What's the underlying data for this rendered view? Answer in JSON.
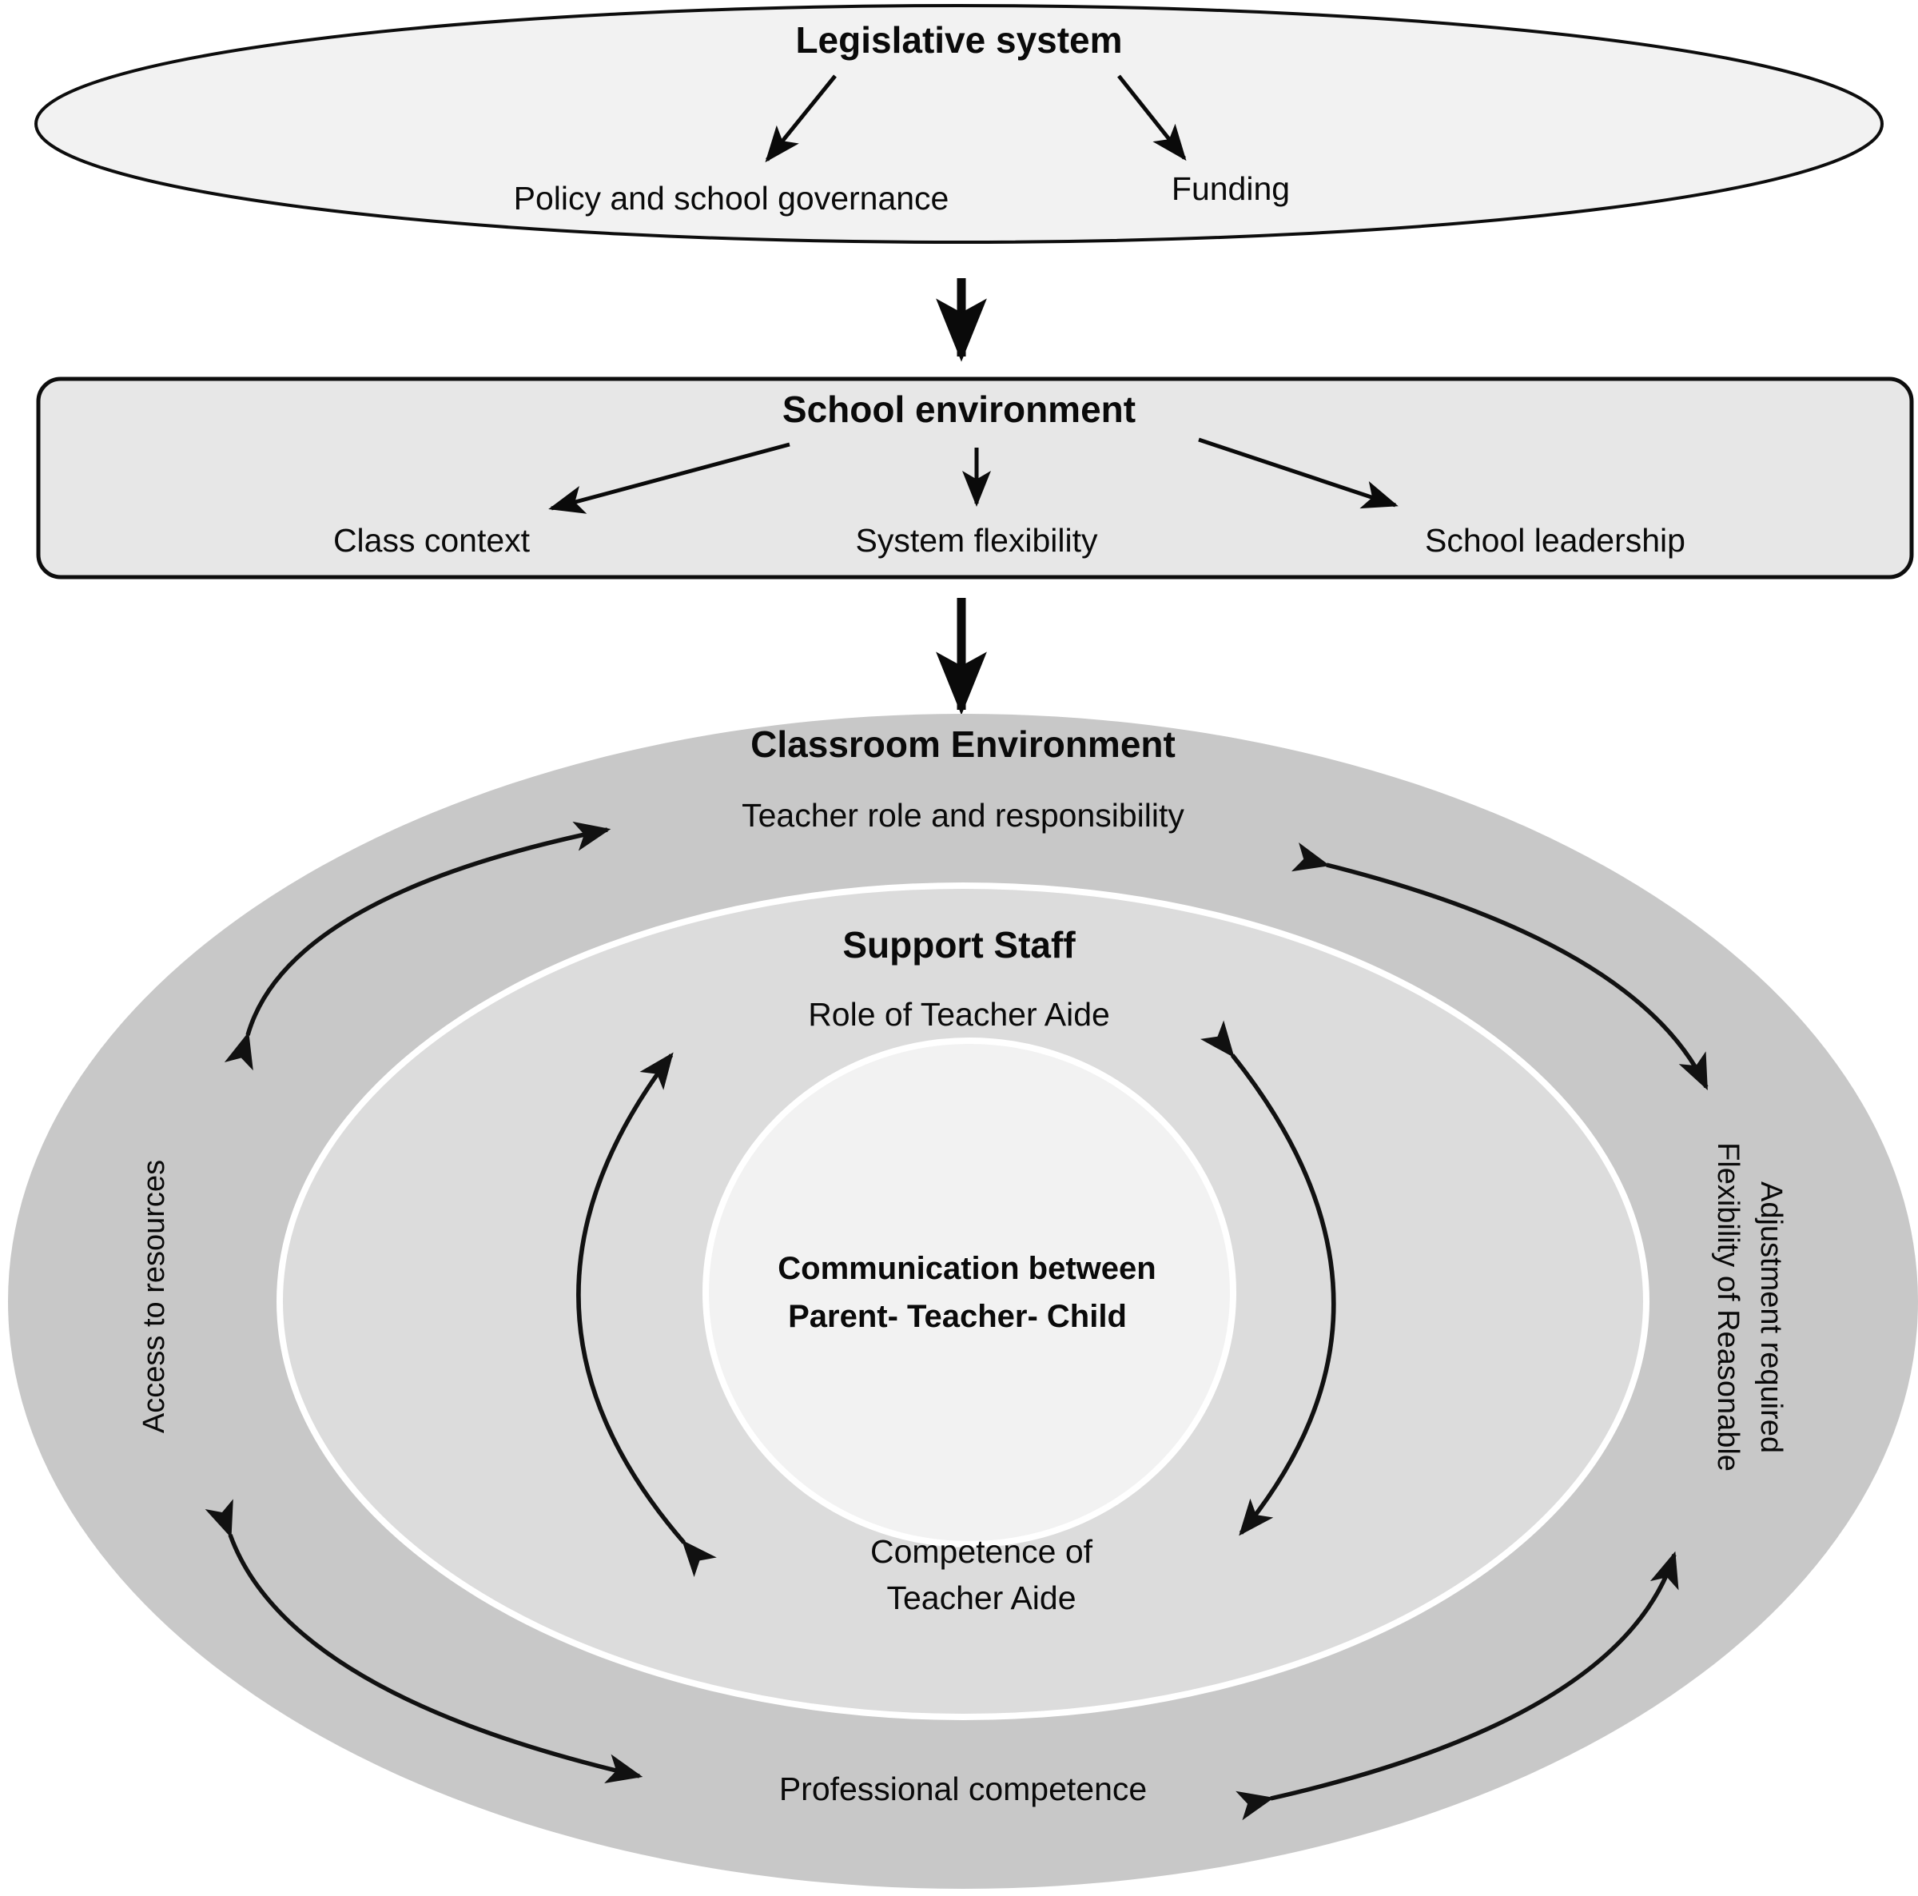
{
  "diagram": {
    "title_hidden": "",
    "legislative": {
      "title": "Legislative system",
      "children": [
        {
          "label": "Policy and school governance"
        },
        {
          "label": "Funding"
        }
      ]
    },
    "school_environment": {
      "title": "School environment",
      "children": [
        {
          "label": "Class context"
        },
        {
          "label": "System flexibility"
        },
        {
          "label": "School leadership"
        }
      ]
    },
    "classroom_environment": {
      "title": "Classroom Environment",
      "subtitle": "Teacher role and responsibility",
      "left_label": "Access to resources",
      "right_label_line1": "Flexibility of Reasonable",
      "right_label_line2": "Adjustment required",
      "bottom_label": "Professional competence"
    },
    "support_staff": {
      "title": "Support Staff",
      "subtitle": "Role of Teacher Aide",
      "bottom_label_line1": "Competence of",
      "bottom_label_line2": "Teacher Aide"
    },
    "core": {
      "line1": "Communication between",
      "line2": "Parent- Teacher- Child"
    },
    "colors": {
      "legislative_fill": "#f2f2f2",
      "school_box_fill": "#e7e7e7",
      "ring_outer_fill": "#c8c8c8",
      "ring_mid_fill": "#dcdcdc",
      "ring_inner_fill": "#f2f2f2",
      "stroke": "#0d0d0d",
      "ring_divider": "#ffffff",
      "page_background": "#ffffff"
    }
  }
}
